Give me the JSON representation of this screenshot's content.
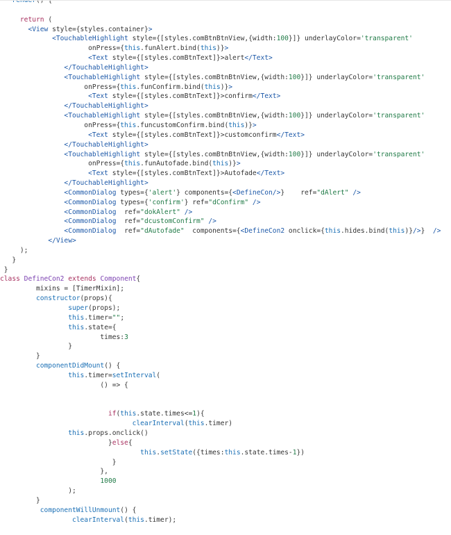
{
  "code": {
    "lines": [
      [
        [
          "plain",
          "   "
        ],
        [
          "fn",
          "render"
        ],
        [
          "plain",
          "() {"
        ]
      ],
      [
        [
          "plain",
          ""
        ]
      ],
      [
        [
          "plain",
          "     "
        ],
        [
          "kw",
          "return"
        ],
        [
          "plain",
          " ("
        ]
      ],
      [
        [
          "plain",
          "       "
        ],
        [
          "tag",
          "<View"
        ],
        [
          "plain",
          " style={styles.container}"
        ],
        [
          "tag",
          ">"
        ]
      ],
      [
        [
          "plain",
          "             "
        ],
        [
          "tag",
          "<TouchableHighlight"
        ],
        [
          "plain",
          " style={[styles.comBtnBtnView,{width:"
        ],
        [
          "num",
          "100"
        ],
        [
          "plain",
          "}]} underlayColor="
        ],
        [
          "str",
          "'transparent'"
        ]
      ],
      [
        [
          "plain",
          "                      onPress={"
        ],
        [
          "this",
          "this"
        ],
        [
          "plain",
          ".funAlert.bind("
        ],
        [
          "this",
          "this"
        ],
        [
          "plain",
          ")}"
        ],
        [
          "tag",
          ">"
        ]
      ],
      [
        [
          "plain",
          "                      "
        ],
        [
          "tag",
          "<Text"
        ],
        [
          "plain",
          " style={[styles.comBtnText]}>alert"
        ],
        [
          "tag",
          "</Text>"
        ]
      ],
      [
        [
          "plain",
          "                "
        ],
        [
          "tag",
          "</TouchableHighlight>"
        ]
      ],
      [
        [
          "plain",
          "                "
        ],
        [
          "tag",
          "<TouchableHighlight"
        ],
        [
          "plain",
          " style={[styles.comBtnBtnView,{width:"
        ],
        [
          "num",
          "100"
        ],
        [
          "plain",
          "}]} underlayColor="
        ],
        [
          "str",
          "'transparent'"
        ]
      ],
      [
        [
          "plain",
          "                     onPress={"
        ],
        [
          "this",
          "this"
        ],
        [
          "plain",
          ".funConfirm.bind("
        ],
        [
          "this",
          "this"
        ],
        [
          "plain",
          ")}"
        ],
        [
          "tag",
          ">"
        ]
      ],
      [
        [
          "plain",
          "                      "
        ],
        [
          "tag",
          "<Text"
        ],
        [
          "plain",
          " style={[styles.comBtnText]}>confirm"
        ],
        [
          "tag",
          "</Text>"
        ]
      ],
      [
        [
          "plain",
          "                "
        ],
        [
          "tag",
          "</TouchableHighlight>"
        ]
      ],
      [
        [
          "plain",
          "                "
        ],
        [
          "tag",
          "<TouchableHighlight"
        ],
        [
          "plain",
          " style={[styles.comBtnBtnView,{width:"
        ],
        [
          "num",
          "100"
        ],
        [
          "plain",
          "}]} underlayColor="
        ],
        [
          "str",
          "'transparent'"
        ]
      ],
      [
        [
          "plain",
          "                     onPress={"
        ],
        [
          "this",
          "this"
        ],
        [
          "plain",
          ".funcustomConfirm.bind("
        ],
        [
          "this",
          "this"
        ],
        [
          "plain",
          ")}"
        ],
        [
          "tag",
          ">"
        ]
      ],
      [
        [
          "plain",
          "                      "
        ],
        [
          "tag",
          "<Text"
        ],
        [
          "plain",
          " style={[styles.comBtnText]}>customconfirm"
        ],
        [
          "tag",
          "</Text>"
        ]
      ],
      [
        [
          "plain",
          "                "
        ],
        [
          "tag",
          "</TouchableHighlight>"
        ]
      ],
      [
        [
          "plain",
          "                "
        ],
        [
          "tag",
          "<TouchableHighlight"
        ],
        [
          "plain",
          " style={[styles.comBtnBtnView,{width:"
        ],
        [
          "num",
          "100"
        ],
        [
          "plain",
          "}]} underlayColor="
        ],
        [
          "str",
          "'transparent'"
        ]
      ],
      [
        [
          "plain",
          "                      onPress={"
        ],
        [
          "this",
          "this"
        ],
        [
          "plain",
          ".funAutofade.bind("
        ],
        [
          "this",
          "this"
        ],
        [
          "plain",
          ")}"
        ],
        [
          "tag",
          ">"
        ]
      ],
      [
        [
          "plain",
          "                      "
        ],
        [
          "tag",
          "<Text"
        ],
        [
          "plain",
          " style={[styles.comBtnText]}>Autofade"
        ],
        [
          "tag",
          "</Text>"
        ]
      ],
      [
        [
          "plain",
          "                "
        ],
        [
          "tag",
          "</TouchableHighlight>"
        ]
      ],
      [
        [
          "plain",
          "                "
        ],
        [
          "tag",
          "<CommonDialog"
        ],
        [
          "plain",
          " types={"
        ],
        [
          "str",
          "'alert'"
        ],
        [
          "plain",
          "} components={"
        ],
        [
          "tag",
          "<DefineCon/>"
        ],
        [
          "plain",
          "}    ref="
        ],
        [
          "str",
          "\"dAlert\""
        ],
        [
          "plain",
          " "
        ],
        [
          "tag",
          "/>"
        ]
      ],
      [
        [
          "plain",
          "                "
        ],
        [
          "tag",
          "<CommonDialog"
        ],
        [
          "plain",
          " types={"
        ],
        [
          "str",
          "'confirm'"
        ],
        [
          "plain",
          "} ref="
        ],
        [
          "str",
          "\"dConfirm\""
        ],
        [
          "plain",
          " "
        ],
        [
          "tag",
          "/>"
        ]
      ],
      [
        [
          "plain",
          "                "
        ],
        [
          "tag",
          "<CommonDialog"
        ],
        [
          "plain",
          "  ref="
        ],
        [
          "str",
          "\"dokAlert\""
        ],
        [
          "plain",
          " "
        ],
        [
          "tag",
          "/>"
        ]
      ],
      [
        [
          "plain",
          "                "
        ],
        [
          "tag",
          "<CommonDialog"
        ],
        [
          "plain",
          "  ref="
        ],
        [
          "str",
          "\"dcustomConfirm\""
        ],
        [
          "plain",
          " "
        ],
        [
          "tag",
          "/>"
        ]
      ],
      [
        [
          "plain",
          "                "
        ],
        [
          "tag",
          "<CommonDialog"
        ],
        [
          "plain",
          "  ref="
        ],
        [
          "str",
          "\"dAutofade\""
        ],
        [
          "plain",
          "  components={"
        ],
        [
          "tag",
          "<DefineCon2"
        ],
        [
          "plain",
          " onclick={"
        ],
        [
          "this",
          "this"
        ],
        [
          "plain",
          ".hides.bind("
        ],
        [
          "this",
          "this"
        ],
        [
          "plain",
          ")}"
        ],
        [
          "tag",
          "/>"
        ],
        [
          "plain",
          "}  "
        ],
        [
          "tag",
          "/>"
        ]
      ],
      [
        [
          "plain",
          "            "
        ],
        [
          "tag",
          "</View>"
        ]
      ],
      [
        [
          "plain",
          "     );"
        ]
      ],
      [
        [
          "plain",
          "   }"
        ]
      ],
      [
        [
          "plain",
          " }"
        ]
      ],
      [
        [
          "kw",
          "class"
        ],
        [
          "plain",
          " "
        ],
        [
          "cls",
          "DefineCon2"
        ],
        [
          "plain",
          " "
        ],
        [
          "kw",
          "extends"
        ],
        [
          "plain",
          " "
        ],
        [
          "cls",
          "Component"
        ],
        [
          "plain",
          "{"
        ]
      ],
      [
        [
          "plain",
          "         mixins = [TimerMixin];"
        ]
      ],
      [
        [
          "plain",
          "         "
        ],
        [
          "fn",
          "constructor"
        ],
        [
          "plain",
          "(props){"
        ]
      ],
      [
        [
          "plain",
          "                 "
        ],
        [
          "fn",
          "super"
        ],
        [
          "plain",
          "(props);"
        ]
      ],
      [
        [
          "plain",
          "                 "
        ],
        [
          "this",
          "this"
        ],
        [
          "plain",
          ".timer="
        ],
        [
          "str",
          "\"\""
        ],
        [
          "plain",
          ";"
        ]
      ],
      [
        [
          "plain",
          "                 "
        ],
        [
          "this",
          "this"
        ],
        [
          "plain",
          ".state={"
        ]
      ],
      [
        [
          "plain",
          "                         times:"
        ],
        [
          "num",
          "3"
        ]
      ],
      [
        [
          "plain",
          "                 }"
        ]
      ],
      [
        [
          "plain",
          "         }"
        ]
      ],
      [
        [
          "plain",
          "         "
        ],
        [
          "fn",
          "componentDidMount"
        ],
        [
          "plain",
          "() {"
        ]
      ],
      [
        [
          "plain",
          "                 "
        ],
        [
          "this",
          "this"
        ],
        [
          "plain",
          ".timer="
        ],
        [
          "fn",
          "setInterval"
        ],
        [
          "plain",
          "("
        ]
      ],
      [
        [
          "plain",
          "                         () => {"
        ]
      ],
      [
        [
          "plain",
          ""
        ]
      ],
      [
        [
          "plain",
          ""
        ]
      ],
      [
        [
          "plain",
          "                           "
        ],
        [
          "kw",
          "if"
        ],
        [
          "plain",
          "("
        ],
        [
          "this",
          "this"
        ],
        [
          "plain",
          ".state.times<="
        ],
        [
          "num",
          "1"
        ],
        [
          "plain",
          "){"
        ]
      ],
      [
        [
          "plain",
          "                                 "
        ],
        [
          "fn",
          "clearInterval"
        ],
        [
          "plain",
          "("
        ],
        [
          "this",
          "this"
        ],
        [
          "plain",
          ".timer)"
        ]
      ],
      [
        [
          "plain",
          "                 "
        ],
        [
          "this",
          "this"
        ],
        [
          "plain",
          ".props.onclick()"
        ]
      ],
      [
        [
          "plain",
          "                           }"
        ],
        [
          "kw",
          "else"
        ],
        [
          "plain",
          "{"
        ]
      ],
      [
        [
          "plain",
          "                                   "
        ],
        [
          "this",
          "this"
        ],
        [
          "plain",
          "."
        ],
        [
          "fn",
          "setState"
        ],
        [
          "plain",
          "({times:"
        ],
        [
          "this",
          "this"
        ],
        [
          "plain",
          ".state.times-"
        ],
        [
          "num",
          "1"
        ],
        [
          "plain",
          "})"
        ]
      ],
      [
        [
          "plain",
          "                            }"
        ]
      ],
      [
        [
          "plain",
          "                         },"
        ]
      ],
      [
        [
          "plain",
          "                         "
        ],
        [
          "num",
          "1000"
        ]
      ],
      [
        [
          "plain",
          "                 );"
        ]
      ],
      [
        [
          "plain",
          "         }"
        ]
      ],
      [
        [
          "plain",
          "          "
        ],
        [
          "fn",
          "componentWillUnmount"
        ],
        [
          "plain",
          "() {"
        ]
      ],
      [
        [
          "plain",
          "                  "
        ],
        [
          "fn",
          "clearInterval"
        ],
        [
          "plain",
          "("
        ],
        [
          "this",
          "this"
        ],
        [
          "plain",
          ".timer);"
        ]
      ],
      [
        [
          "plain",
          ""
        ]
      ],
      [
        [
          "plain",
          "     }"
        ]
      ]
    ]
  }
}
